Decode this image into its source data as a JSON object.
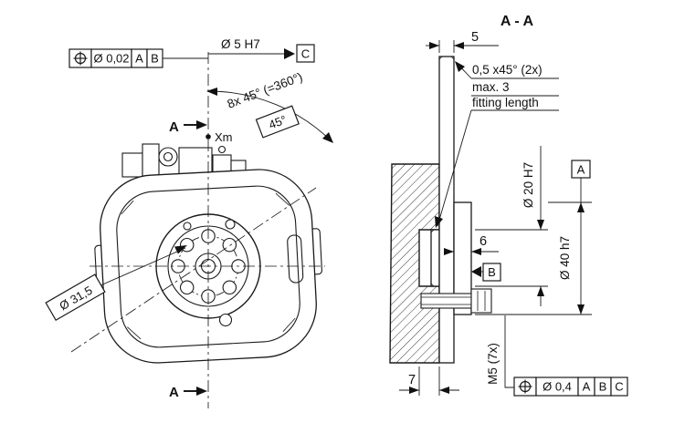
{
  "drawing": {
    "section_title": "A - A",
    "colors": {
      "line_color": "#1a1a1a",
      "background": "#ffffff"
    },
    "front_view": {
      "fcf_top": {
        "symbol_icon": "position-tolerance-symbol",
        "tolerance": "Ø 0,02",
        "datum_1": "A",
        "datum_2": "B"
      },
      "dim_center_bore": "Ø 5 H7",
      "datum_c": "C",
      "dim_hole_pattern_angle": "8x 45° (=360°)",
      "dim_basic_angle": "45°",
      "section_label_top": "A",
      "section_label_bottom": "A",
      "center_point_label": "Xm",
      "dim_bolt_circle": "Ø 31,5"
    },
    "section_view": {
      "dim_plate_thickness": "5",
      "dim_chamfer": "0,5 x45° (2x)",
      "note_fit_line1": "max. 3",
      "note_fit_line2": "fitting length",
      "dim_pilot_bore": "Ø 20 H7",
      "datum_a": "A",
      "dim_flange_height": "6",
      "datum_b": "B",
      "dim_spigot_diameter": "Ø 40 h7",
      "dim_bore_depth": "7",
      "dim_thread": "M5 (7x)",
      "fcf_bottom": {
        "symbol_icon": "position-tolerance-symbol",
        "tolerance": "Ø 0,4",
        "datum_1": "A",
        "datum_2": "B",
        "datum_3": "C"
      }
    }
  }
}
